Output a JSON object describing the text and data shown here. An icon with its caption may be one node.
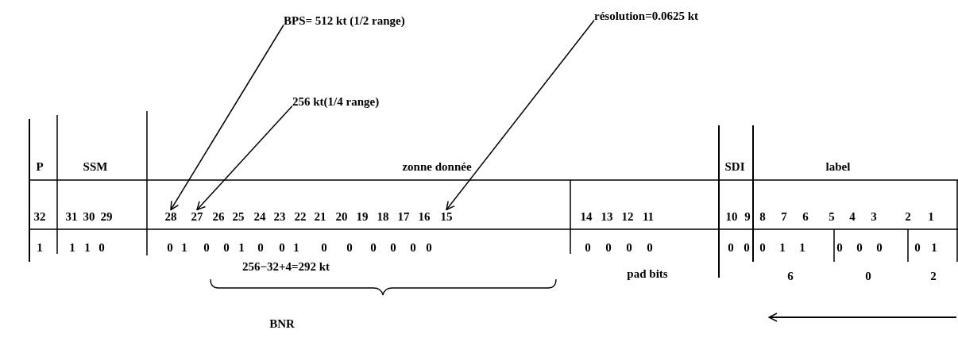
{
  "diagram": {
    "nodes": [
      {
        "text": [
          "BPS= 512 kt (1/2 range)"
        ]
      },
      {
        "text": [
          "résolution=0.0625 kt"
        ]
      },
      {
        "text": [
          "256 kt(1/4 range)"
        ]
      },
      {
        "text": [
          "28"
        ]
      },
      {
        "text": [
          "27"
        ]
      },
      {
        "text": [
          "15"
        ]
      }
    ],
    "edges": [
      {
        "from": 0,
        "to": 3,
        "arrow": "to"
      },
      {
        "from": 2,
        "to": 4,
        "arrow": "to"
      },
      {
        "from": 1,
        "to": 5,
        "arrow": "to"
      }
    ],
    "labels": [
      "P",
      "SSM",
      "zonne donnée",
      "SDI",
      "label",
      "32",
      "31",
      "30",
      "29",
      "26",
      "25",
      "24",
      "23",
      "22",
      "21",
      "20",
      "19",
      "18",
      "17",
      "16",
      "14",
      "13",
      "12",
      "11",
      "10",
      "9",
      "8",
      "7",
      "6",
      "5",
      "4",
      "3",
      "2",
      "1",
      "1",
      "1",
      "1",
      "0",
      "0",
      "1",
      "0",
      "0",
      "1",
      "0",
      "0",
      "1",
      "0",
      "0",
      "0",
      "0",
      "0",
      "0",
      "0",
      "0",
      "0",
      "0",
      "0",
      "0",
      "0",
      "1",
      "1",
      "0",
      "0",
      "0",
      "0",
      "1",
      "256−32+4=292 kt",
      "pad bits",
      "6",
      "0",
      "2",
      "BNR"
    ]
  }
}
